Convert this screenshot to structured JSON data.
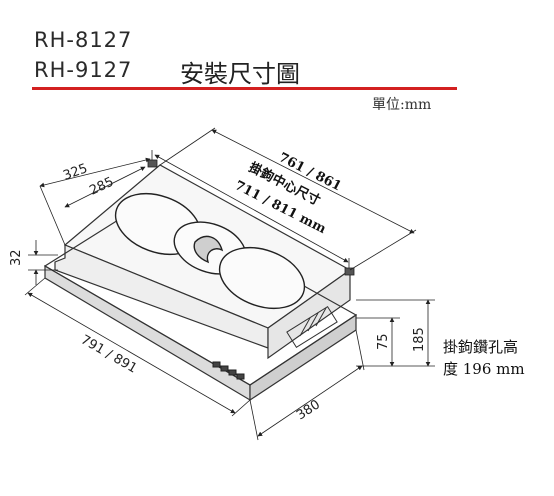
{
  "header": {
    "model_1": "RH-8127",
    "model_2": "RH-9127",
    "title": "安裝尺寸圖",
    "unit": "單位:mm",
    "accent_color": "#d32020"
  },
  "dimensions": {
    "depth_outer": "325",
    "depth_inner": "285",
    "front_height": "32",
    "top_width": "761 / 861",
    "hook_center_label": "掛鉤中心尺寸",
    "hook_center_value": "711 / 811 mm",
    "bottom_width": "791 / 891",
    "side_depth": "380",
    "height_small": "75",
    "height_total": "185"
  },
  "note": {
    "line1": "掛鉤鑽孔高",
    "line2": "度 196 mm"
  }
}
